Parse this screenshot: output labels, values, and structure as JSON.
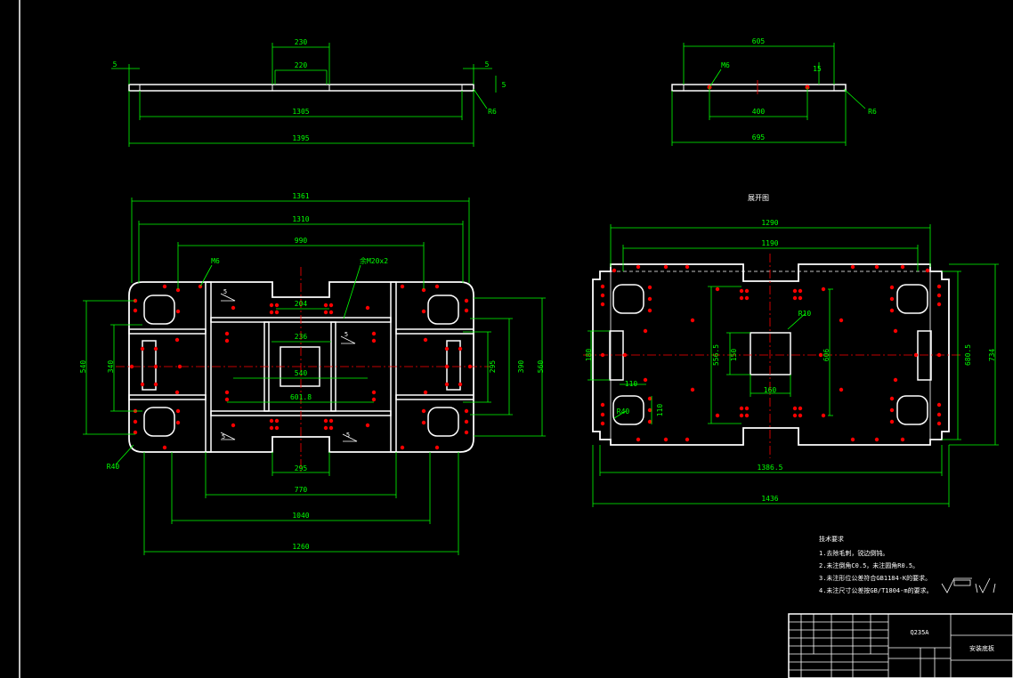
{
  "colors": {
    "background": "#000000",
    "outline": "#ffffff",
    "dimension": "#00ff00",
    "hole": "#ff0000",
    "centerline": "#ff0000"
  },
  "top_elevation": {
    "d230": "230",
    "d220": "220",
    "d5l": "5",
    "d5r": "5",
    "d5v": "5",
    "d1305": "1305",
    "d1395": "1395",
    "r6": "R6"
  },
  "right_elevation": {
    "d605": "605",
    "m6": "M6",
    "d15": "15",
    "d400": "400",
    "d695": "695",
    "r6": "R6"
  },
  "left_plan": {
    "d1361": "1361",
    "d1310": "1310",
    "d990": "990",
    "m6": "M6",
    "tag": "余M20x2",
    "d204": "204",
    "d236": "236",
    "d540c": "540",
    "d601": "601.8",
    "d295": "295",
    "d770": "770",
    "d1040": "1040",
    "d1260": "1260",
    "v540l": "540",
    "v340": "340",
    "v295": "295",
    "v390": "390",
    "v560": "560",
    "r40": "R40",
    "s": "5"
  },
  "right_plan": {
    "title": "展开图",
    "d1290": "1290",
    "d1190": "1190",
    "r10": "R10",
    "v180": "180",
    "v556": "556.5",
    "v150": "150",
    "v606": "606",
    "v6805": "680.5",
    "v734": "734",
    "d160": "160",
    "d110": "110",
    "v110": "110",
    "r40": "R40",
    "d13865": "1386.5",
    "d1436": "1436"
  },
  "notes": {
    "title": "技术要求",
    "items": [
      "1.去除毛刺，锐边倒钝。",
      "2.未注倒角C0.5，未注圆角R0.5。",
      "3.未注形位公差符合GB1184-K的要求。",
      "4.未注尺寸公差按GB/T1804-m的要求。"
    ]
  },
  "title_block": {
    "material": "Q235A",
    "name": "安装底板"
  }
}
